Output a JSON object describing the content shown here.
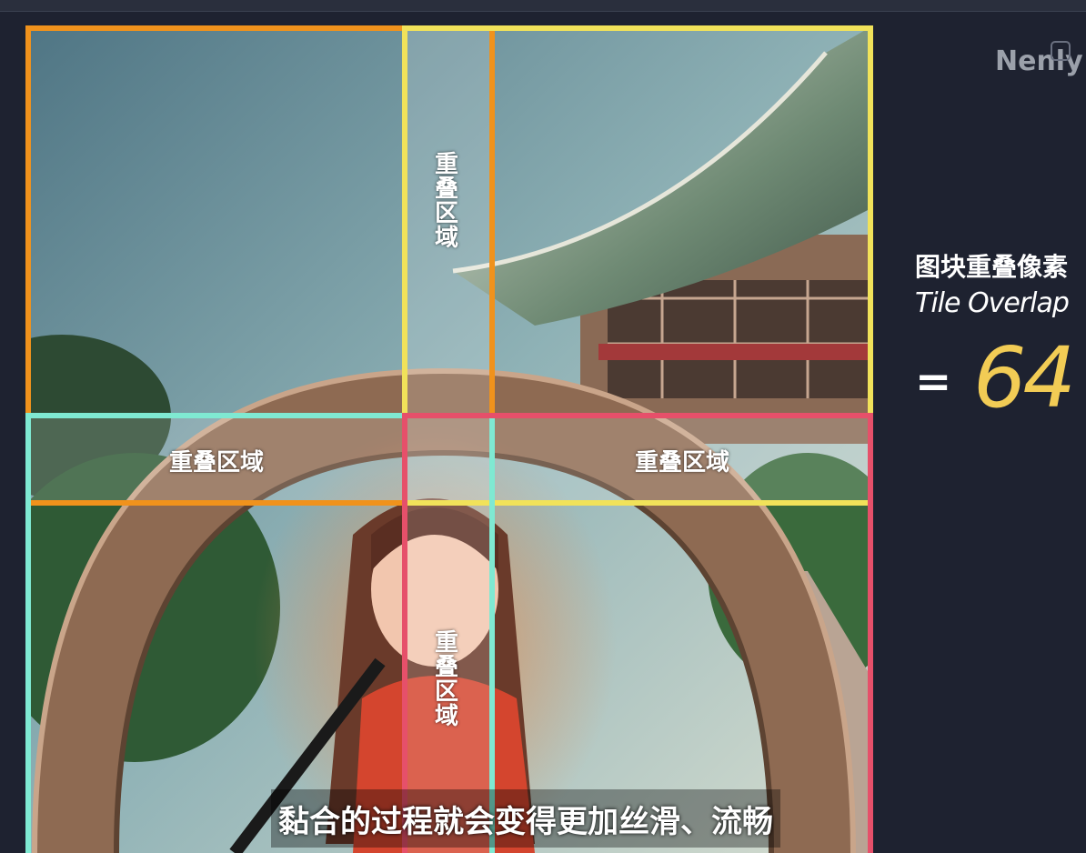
{
  "brand": {
    "name": "Nenly"
  },
  "sidebar": {
    "title_cn": "图块重叠像素",
    "title_en": "Tile Overlap",
    "equals": "=",
    "value": "64",
    "value_color": "#f2cc55"
  },
  "overlay": {
    "overlap_label": "重叠区域",
    "tile_colors": {
      "top_left": "#f0921c",
      "top_right": "#f1e25a",
      "bottom_left": "#7fe9d2",
      "bottom_right": "#e6506a"
    }
  },
  "caption": {
    "text": "黏合的过程就会变得更加丝滑、流畅"
  }
}
